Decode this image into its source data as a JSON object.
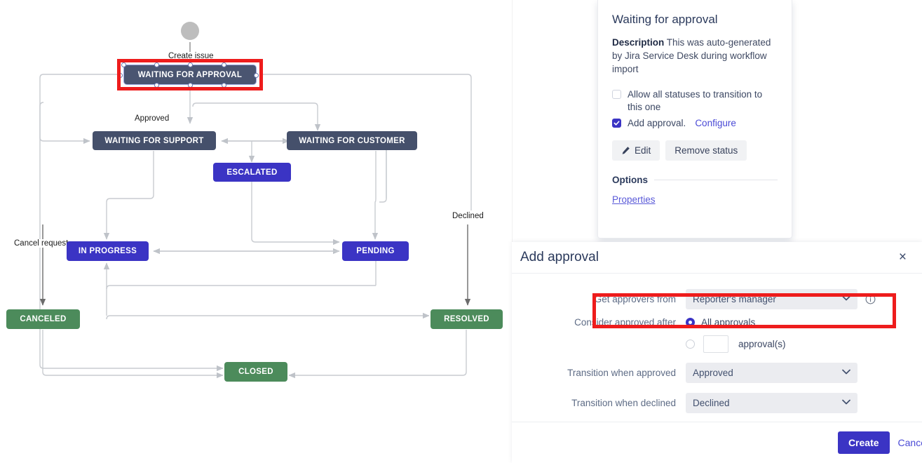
{
  "workflow": {
    "start_node": "start-circle",
    "nodes": [
      {
        "id": "waiting-for-approval",
        "label": "WAITING FOR APPROVAL",
        "color": "dark",
        "selected": true
      },
      {
        "id": "waiting-for-support",
        "label": "WAITING FOR SUPPORT",
        "color": "dark"
      },
      {
        "id": "waiting-for-customer",
        "label": "WAITING FOR CUSTOMER",
        "color": "dark"
      },
      {
        "id": "escalated",
        "label": "ESCALATED",
        "color": "blue"
      },
      {
        "id": "in-progress",
        "label": "IN PROGRESS",
        "color": "blue"
      },
      {
        "id": "pending",
        "label": "PENDING",
        "color": "blue"
      },
      {
        "id": "canceled",
        "label": "CANCELED",
        "color": "green"
      },
      {
        "id": "resolved",
        "label": "RESOLVED",
        "color": "green"
      },
      {
        "id": "closed",
        "label": "CLOSED",
        "color": "green"
      }
    ],
    "edge_labels": [
      {
        "id": "create-issue",
        "text": "Create issue"
      },
      {
        "id": "approved",
        "text": "Approved"
      },
      {
        "id": "declined",
        "text": "Declined"
      },
      {
        "id": "cancel-request",
        "text": "Cancel request"
      }
    ],
    "colors": {
      "dark": "#45506b",
      "blue": "#3b34c4",
      "green": "#4c8b5b",
      "edge": "#c9ccd1",
      "highlight": "#ee1c1c"
    }
  },
  "status_popup": {
    "title": "Waiting for approval",
    "description_label": "Description",
    "description_text": "This was auto-generated by Jira Service Desk during workflow import",
    "allow_all_label": "Allow all statuses to transition to this one",
    "allow_all_checked": false,
    "add_approval_label": "Add approval.",
    "configure_link": "Configure",
    "add_approval_checked": true,
    "edit_button": "Edit",
    "remove_status_button": "Remove status",
    "options_heading": "Options",
    "properties_link": "Properties"
  },
  "add_approval_dialog": {
    "title": "Add approval",
    "close_icon": "×",
    "fields": {
      "approvers_label": "Get approvers from",
      "approvers_value": "Reporter's manager",
      "consider_label": "Consider approved after",
      "all_approvals_label": "All approvals",
      "all_approvals_selected": true,
      "count_value": "",
      "count_suffix": "approval(s)",
      "count_selected": false,
      "transition_approved_label": "Transition when approved",
      "transition_approved_value": "Approved",
      "transition_declined_label": "Transition when declined",
      "transition_declined_value": "Declined"
    },
    "create_button": "Create",
    "cancel_button": "Cance"
  }
}
